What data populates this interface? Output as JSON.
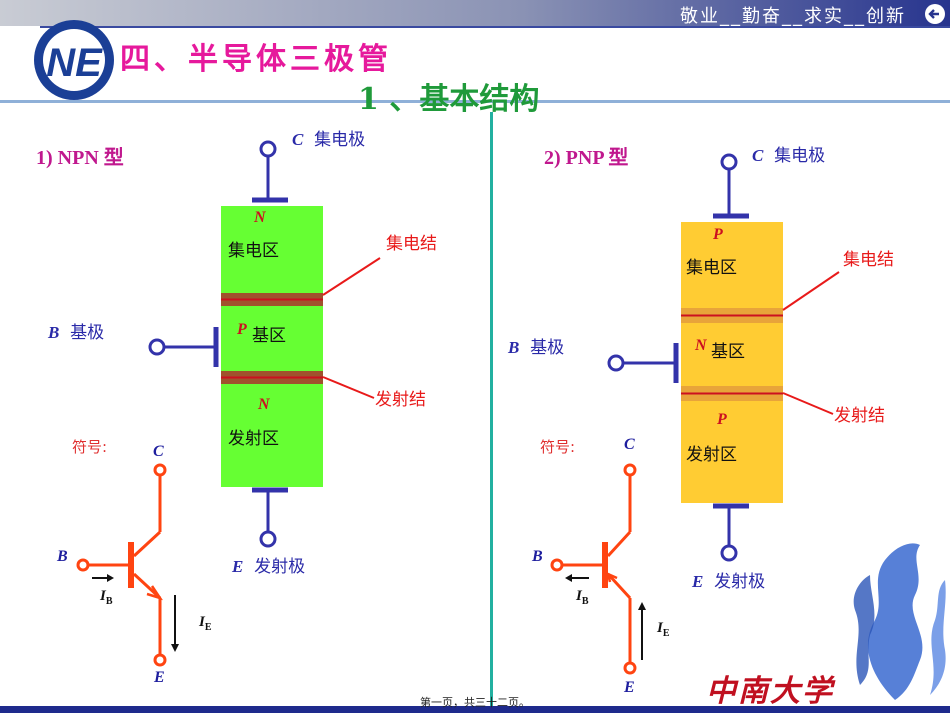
{
  "header": {
    "motto": "敬业__勤奋__求实__创新",
    "title": "四、半导体三极管",
    "subtitle": "1 、基本结构"
  },
  "npn": {
    "type_label": "1) NPN 型",
    "collector_letter": "C",
    "collector_label": "集电极",
    "base_letter": "B",
    "base_label": "基极",
    "emitter_letter": "E",
    "emitter_label": "发射极",
    "region_top_letter": "N",
    "region_top_label": "集电区",
    "region_mid_letter": "P",
    "region_mid_label": "基区",
    "region_bot_letter": "N",
    "region_bot_label": "发射区",
    "junction_collector": "集电结",
    "junction_emitter": "发射结",
    "symbol_caption": "符号:",
    "sym_C": "C",
    "sym_B": "B",
    "sym_E": "E",
    "sym_IB": "I",
    "sym_IB_sub": "B",
    "sym_IE": "I",
    "sym_IE_sub": "E"
  },
  "pnp": {
    "type_label": "2) PNP 型",
    "collector_letter": "C",
    "collector_label": "集电极",
    "base_letter": "B",
    "base_label": "基极",
    "emitter_letter": "E",
    "emitter_label": "发射极",
    "region_top_letter": "P",
    "region_top_label": "集电区",
    "region_mid_letter": "N",
    "region_mid_label": "基区",
    "region_bot_letter": "P",
    "region_bot_label": "发射区",
    "junction_collector": "集电结",
    "junction_emitter": "发射结",
    "symbol_caption": "符号:",
    "sym_C": "C",
    "sym_B": "B",
    "sym_E": "E",
    "sym_IB": "I",
    "sym_IB_sub": "B",
    "sym_IE": "I",
    "sym_IE_sub": "E"
  },
  "footer": {
    "page_text": "第一页，共三十二页。",
    "university": "中南大学"
  },
  "colors": {
    "npn_body": "#66ff33",
    "pnp_body": "#ffcc33",
    "junction": "#a0522d",
    "lead": "#3333aa",
    "symbol": "#ff4411",
    "divider": "#22b0a0",
    "header_bar": "#1e2a8c"
  },
  "icons": [
    "ne-logo-icon",
    "back-arrow-icon",
    "swirl-sculpture-icon"
  ]
}
